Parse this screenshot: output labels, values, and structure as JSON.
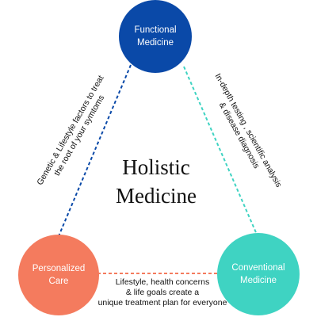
{
  "nodes": {
    "top": {
      "line1": "Functional",
      "line2": "Medicine",
      "color": "#0a49a8"
    },
    "left": {
      "line1": "Personalized",
      "line2": "Care",
      "color": "#f47b5e"
    },
    "right": {
      "line1": "Conventional",
      "line2": "Medicine",
      "color": "#3fd3c2"
    }
  },
  "center": {
    "line1": "Holistic",
    "line2": "Medicine"
  },
  "edges": {
    "left": {
      "line1": "Genetic & Lifestyle factors to treat",
      "line2": "the root of your symtoms",
      "color": "#0a49a8",
      "style": "dashed"
    },
    "right": {
      "line1": "In-depth testing , scientific analysis",
      "line2": "& disease diagnosis",
      "color": "#3fd3c2",
      "style": "dashed"
    },
    "bottom": {
      "line1": "Lifestyle, health concerns",
      "line2": "& life goals create a",
      "line3": "unique treatment plan for everyone",
      "color": "#f47b5e",
      "style": "dashed"
    }
  }
}
